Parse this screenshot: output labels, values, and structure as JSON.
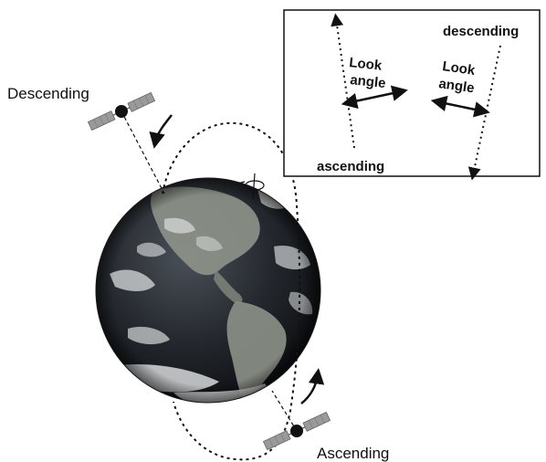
{
  "labels": {
    "descending_main": "Descending",
    "ascending_main": "Ascending",
    "inset_descending": "descending",
    "inset_ascending": "ascending",
    "look_angle_left_line1": "Look",
    "look_angle_left_line2": "angle",
    "look_angle_right_line1": "Look",
    "look_angle_right_line2": "angle"
  },
  "colors": {
    "line": "#111111",
    "ocean": "#1c1f24",
    "land": "#8a8f86",
    "cloud": "#d8dcdc",
    "panel": "#9a9a9a"
  },
  "icons": {
    "satellite": "satellite-icon",
    "earth": "earth-icon",
    "curved_arrow": "curved-arrow-icon"
  }
}
